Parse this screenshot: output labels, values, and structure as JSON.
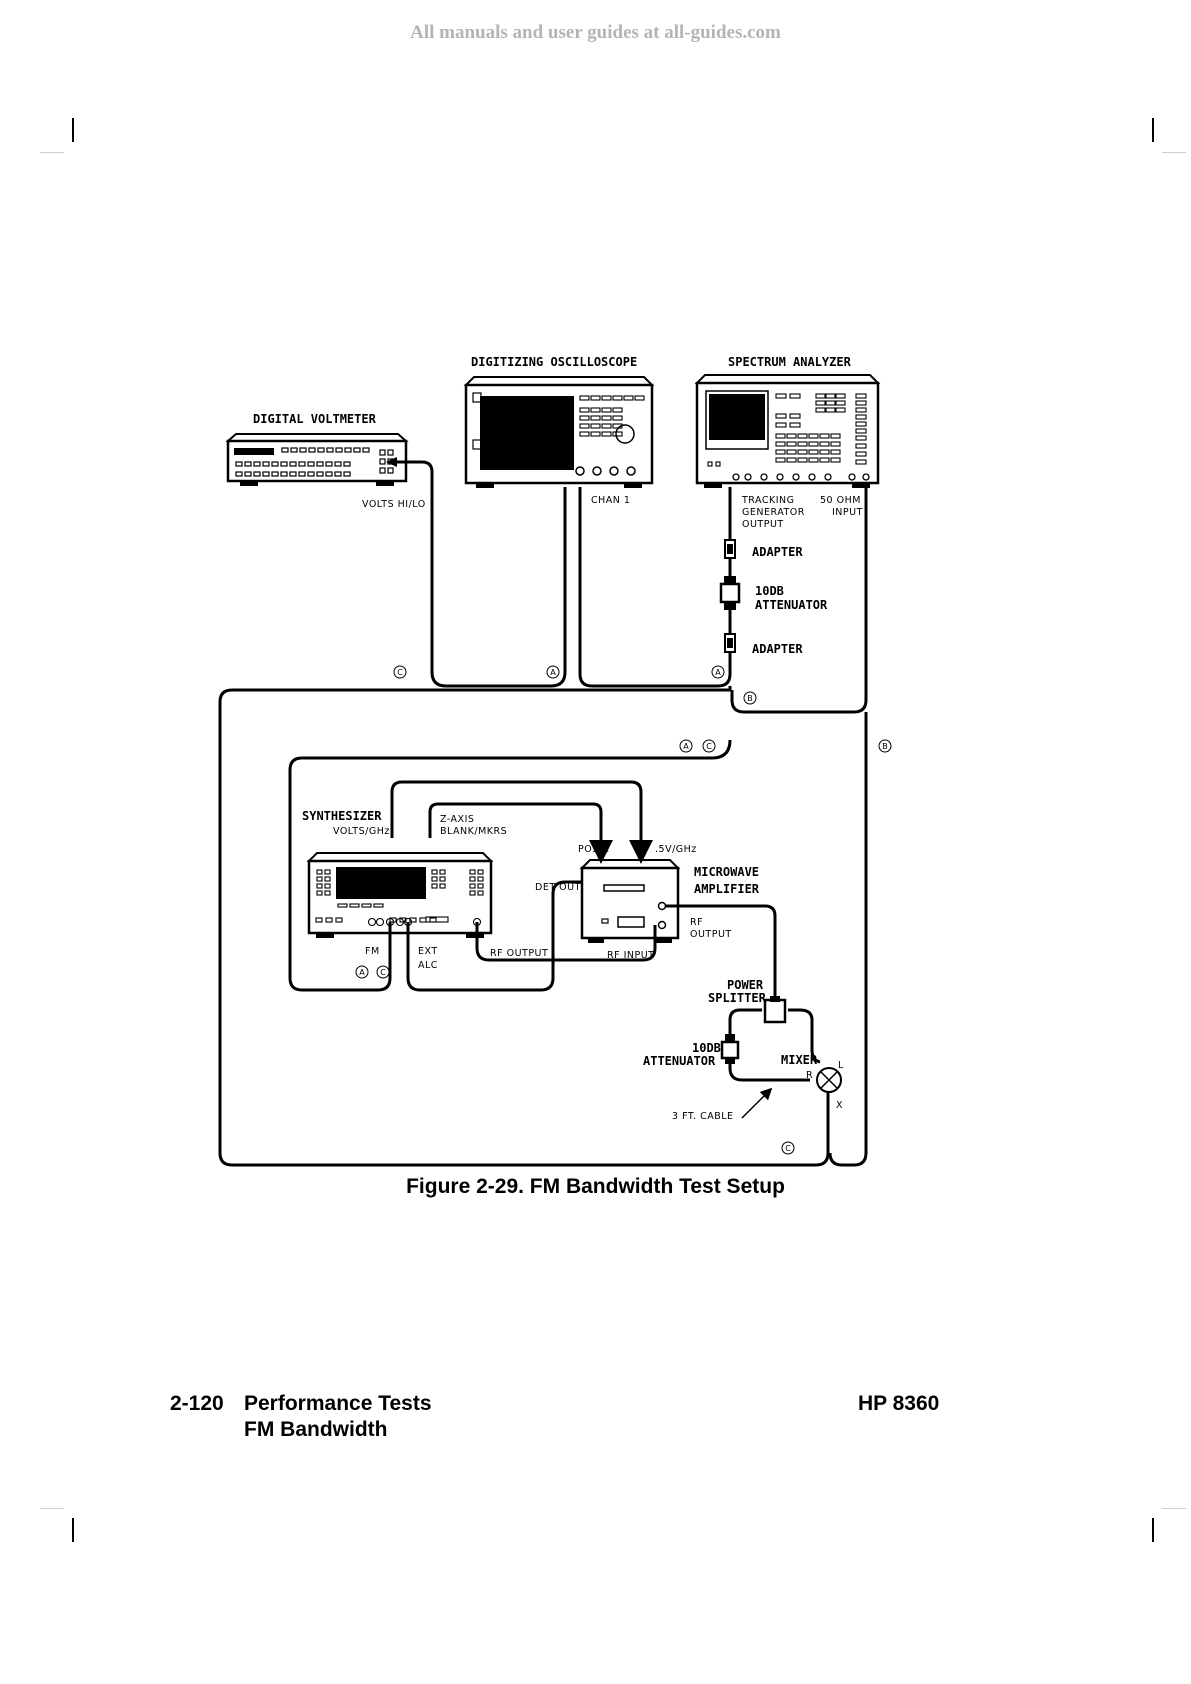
{
  "watermark": "All manuals and user guides at all-guides.com",
  "figure": {
    "caption": "Figure 2-29. FM Bandwidth Test Setup",
    "instruments": {
      "voltmeter": "DIGITAL VOLTMETER",
      "oscilloscope": "DIGITIZING OSCILLOSCOPE",
      "analyzer": "SPECTRUM ANALYZER",
      "synthesizer": "SYNTHESIZER",
      "amplifier_1": "MICROWAVE",
      "amplifier_2": "AMPLIFIER",
      "adapter_top": "ADAPTER",
      "attenuator_top_1": "10DB",
      "attenuator_top_2": "ATTENUATOR",
      "adapter_bottom": "ADAPTER",
      "splitter_1": "POWER",
      "splitter_2": "SPLITTER",
      "attenuator_bottom_1": "10DB",
      "attenuator_bottom_2": "ATTENUATOR",
      "mixer": "MIXER"
    },
    "ports": {
      "volts_hilo": "VOLTS HI/LO",
      "chan1": "CHAN 1",
      "tracking_1": "TRACKING",
      "tracking_2": "GENERATOR",
      "tracking_3": "OUTPUT",
      "input50_1": "50 OHM",
      "input50_2": "INPUT",
      "volts_ghz": "VOLTS/GHz",
      "zaxis_1": "Z-AXIS",
      "zaxis_2": "BLANK/MKRS",
      "pos_z": "POS Z",
      "v_ghz": ".5V/GHz",
      "det_out": "DET OUT",
      "rf_output_amp_1": "RF",
      "rf_output_amp_2": "OUTPUT",
      "rf_input": "RF INPUT",
      "rf_output_synth": "RF OUTPUT",
      "fm": "FM",
      "ext_alc_1": "EXT",
      "ext_alc_2": "ALC",
      "cable": "3 FT. CABLE",
      "mixer_l": "L",
      "mixer_r": "R",
      "mixer_x": "X"
    },
    "markers": {
      "a": "A",
      "b": "B",
      "c": "C"
    }
  },
  "footer": {
    "page_number": "2-120",
    "section": "Performance Tests",
    "subsection": "FM Bandwidth",
    "model": "HP 8360"
  }
}
